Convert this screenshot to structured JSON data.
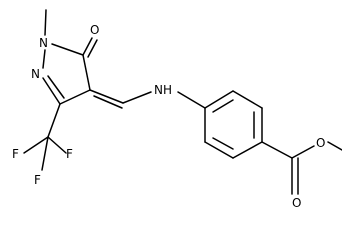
{
  "structure": {
    "atoms": {
      "methyl": "methyl",
      "n1": "N",
      "n2": "N",
      "o_carbonyl": "O",
      "nh": "NH",
      "f1": "F",
      "f2": "F",
      "f3": "F",
      "o_ester_carbonyl": "O",
      "o_ester": "O",
      "ester_methyl": "methyl"
    }
  }
}
